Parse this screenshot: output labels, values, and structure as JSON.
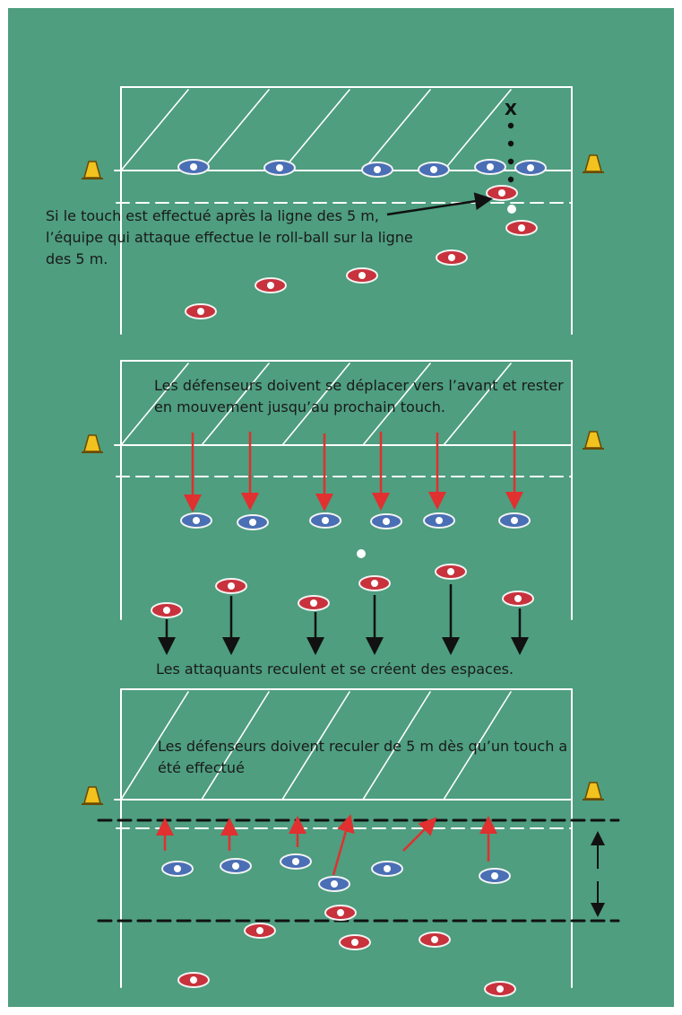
{
  "captions": {
    "panel1": "Si le touch est effectué après la ligne des 5 m, l’équipe qui attaque effectue le roll-ball sur la ligne des 5 m.",
    "panel2_top": "Les défenseurs doivent se déplacer vers l’avant et rester en mouvement jusqu’au prochain touch.",
    "panel2_bottom": "Les attaquants reculent et se créent des espaces.",
    "panel3": "Les défenseurs doivent reculer de 5 m dès qu’un touch a été effectué"
  },
  "marker_x": "X",
  "colors": {
    "field": "#4e9e7f",
    "defender": "#4a6fb5",
    "attacker": "#c8323c",
    "cone": "#f2c21f",
    "defender_arrow": "#e03030",
    "attacker_arrow": "#111111",
    "lines": "#ffffff"
  },
  "icons": [
    "cone-icon",
    "defender-player-icon",
    "attacker-player-icon",
    "ball-icon"
  ]
}
